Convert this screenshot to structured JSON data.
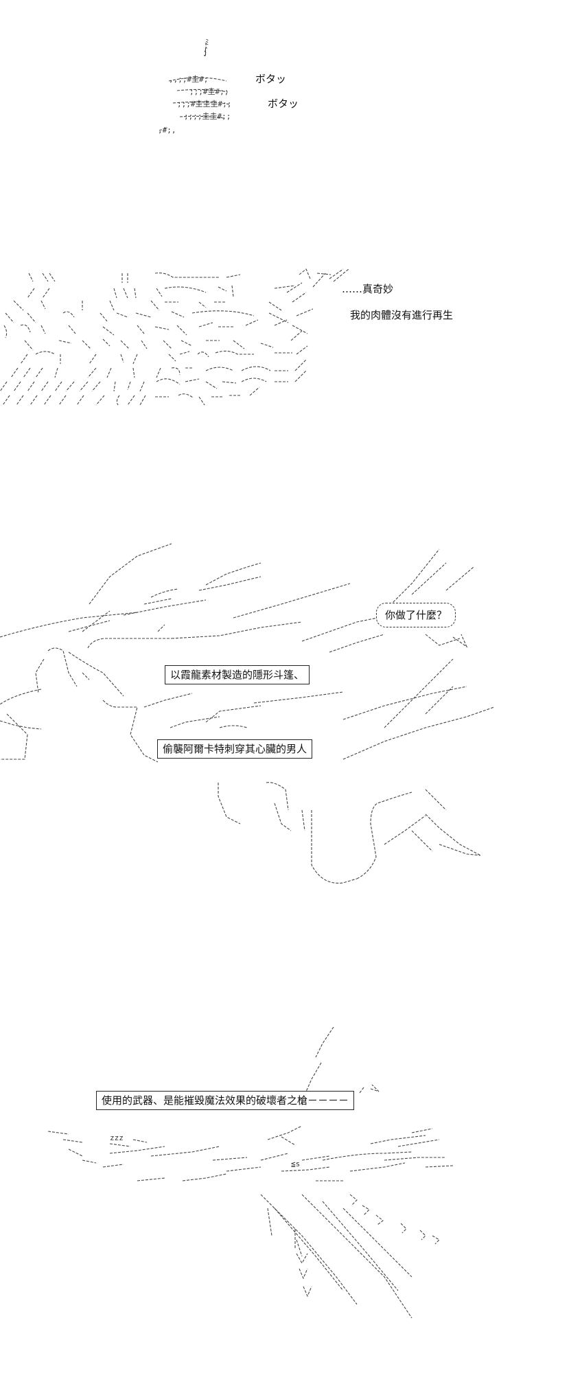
{
  "panels": {
    "panel1": {
      "sfx": [
        "ボタッ",
        "ボタッ"
      ],
      "art_glyphs": [
        "ﾐ",
        "∫",
        ",,;;#圭#;",
        ";;;#圭#;;",
        ";;;#圭圭圭#;;",
        ";;;;圭圭#;;",
        ",#;,"
      ]
    },
    "panel2": {
      "line1": "……真奇妙",
      "line2": "我的肉體沒有進行再生"
    },
    "panel3": {
      "speech": "你做了什麼？",
      "caption1": "以霞龍素材製造的隱形斗篷、",
      "caption2": "偷襲阿爾卡特刺穿其心臟的男人"
    },
    "panel4": {
      "caption": "使用的武器、是能摧毀魔法效果的破壞者之槍－－－－",
      "art_glyphs": [
        "zzz",
        "≦s"
      ]
    }
  }
}
